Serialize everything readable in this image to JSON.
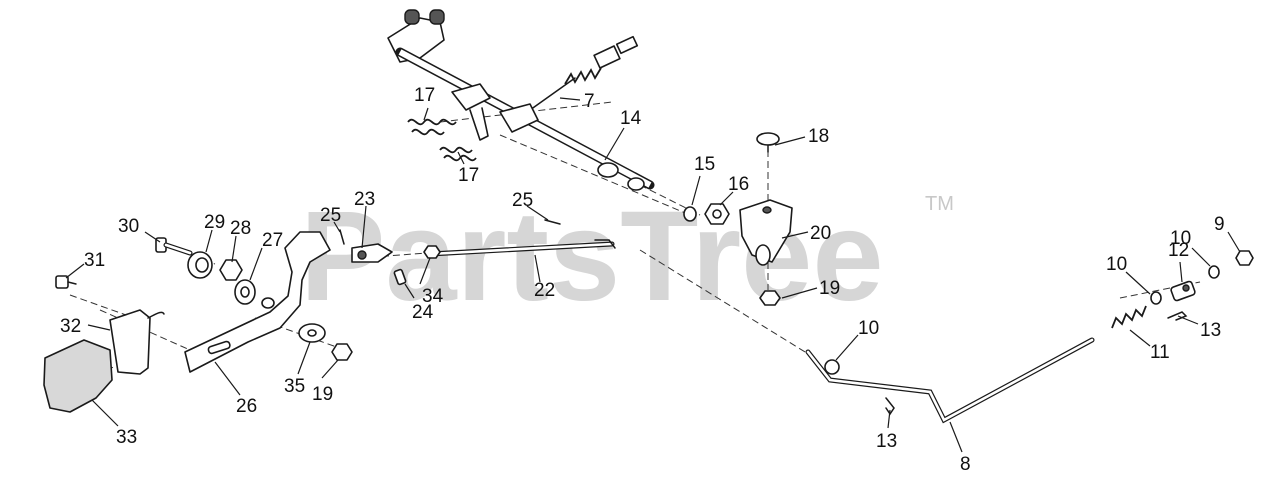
{
  "watermark": {
    "text": "PartsTree",
    "trademark": "TM"
  },
  "callouts": {
    "c7": "7",
    "c14": "14",
    "c17a": "17",
    "c17b": "17",
    "c18": "18",
    "c15": "15",
    "c16": "16",
    "c20": "20",
    "c19a": "19",
    "c25a": "25",
    "c25b": "25",
    "c23": "23",
    "c22": "22",
    "c34": "34",
    "c24": "24",
    "c30": "30",
    "c29": "29",
    "c28": "28",
    "c27": "27",
    "c31": "31",
    "c32": "32",
    "c26": "26",
    "c35": "35",
    "c19b": "19",
    "c33": "33",
    "c10a": "10",
    "c13a": "13",
    "c8": "8",
    "c11": "11",
    "c13b": "13",
    "c12": "12",
    "c10b": "10",
    "c10c": "10",
    "c9": "9"
  }
}
